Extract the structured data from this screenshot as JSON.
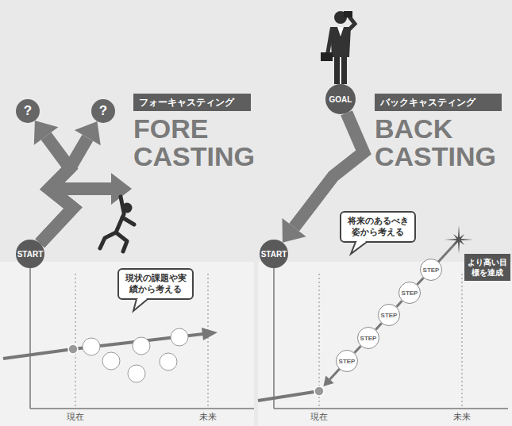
{
  "diagram": {
    "nodes": [
      {
        "text": [
          "?"
        ]
      },
      {
        "text": [
          "?"
        ]
      },
      {
        "text": [
          "フォーキャスティング"
        ]
      },
      {
        "text": [
          "START"
        ]
      },
      {
        "text": [
          "現状の課題や実績から考える"
        ]
      },
      {
        "text": [
          "GOAL"
        ]
      },
      {
        "text": [
          "バックキャスティング"
        ]
      },
      {
        "text": [
          "START"
        ]
      },
      {
        "text": [
          "将来のあるべき姿から考える"
        ]
      },
      {
        "text": [
          "より高い目標を達成"
        ]
      },
      {
        "text": [
          "STEP"
        ]
      },
      {
        "text": [
          "STEP"
        ]
      },
      {
        "text": [
          "STEP"
        ]
      },
      {
        "text": [
          "STEP"
        ]
      },
      {
        "text": [
          "STEP"
        ]
      }
    ],
    "edges": [
      {
        "from": 3,
        "to": 0,
        "arrow": "to"
      },
      {
        "from": 3,
        "to": 1,
        "arrow": "to"
      },
      {
        "from": 5,
        "to": 7,
        "arrow": "to"
      },
      {
        "from": 10,
        "to": 11,
        "arrow": "none"
      },
      {
        "from": 11,
        "to": 12,
        "arrow": "none"
      },
      {
        "from": 12,
        "to": 13,
        "arrow": "none"
      },
      {
        "from": 13,
        "to": 14,
        "arrow": "none"
      }
    ],
    "labels": [
      "FORE CASTING",
      "現在",
      "未来",
      "BACK CASTING",
      "現在",
      "未来"
    ]
  }
}
